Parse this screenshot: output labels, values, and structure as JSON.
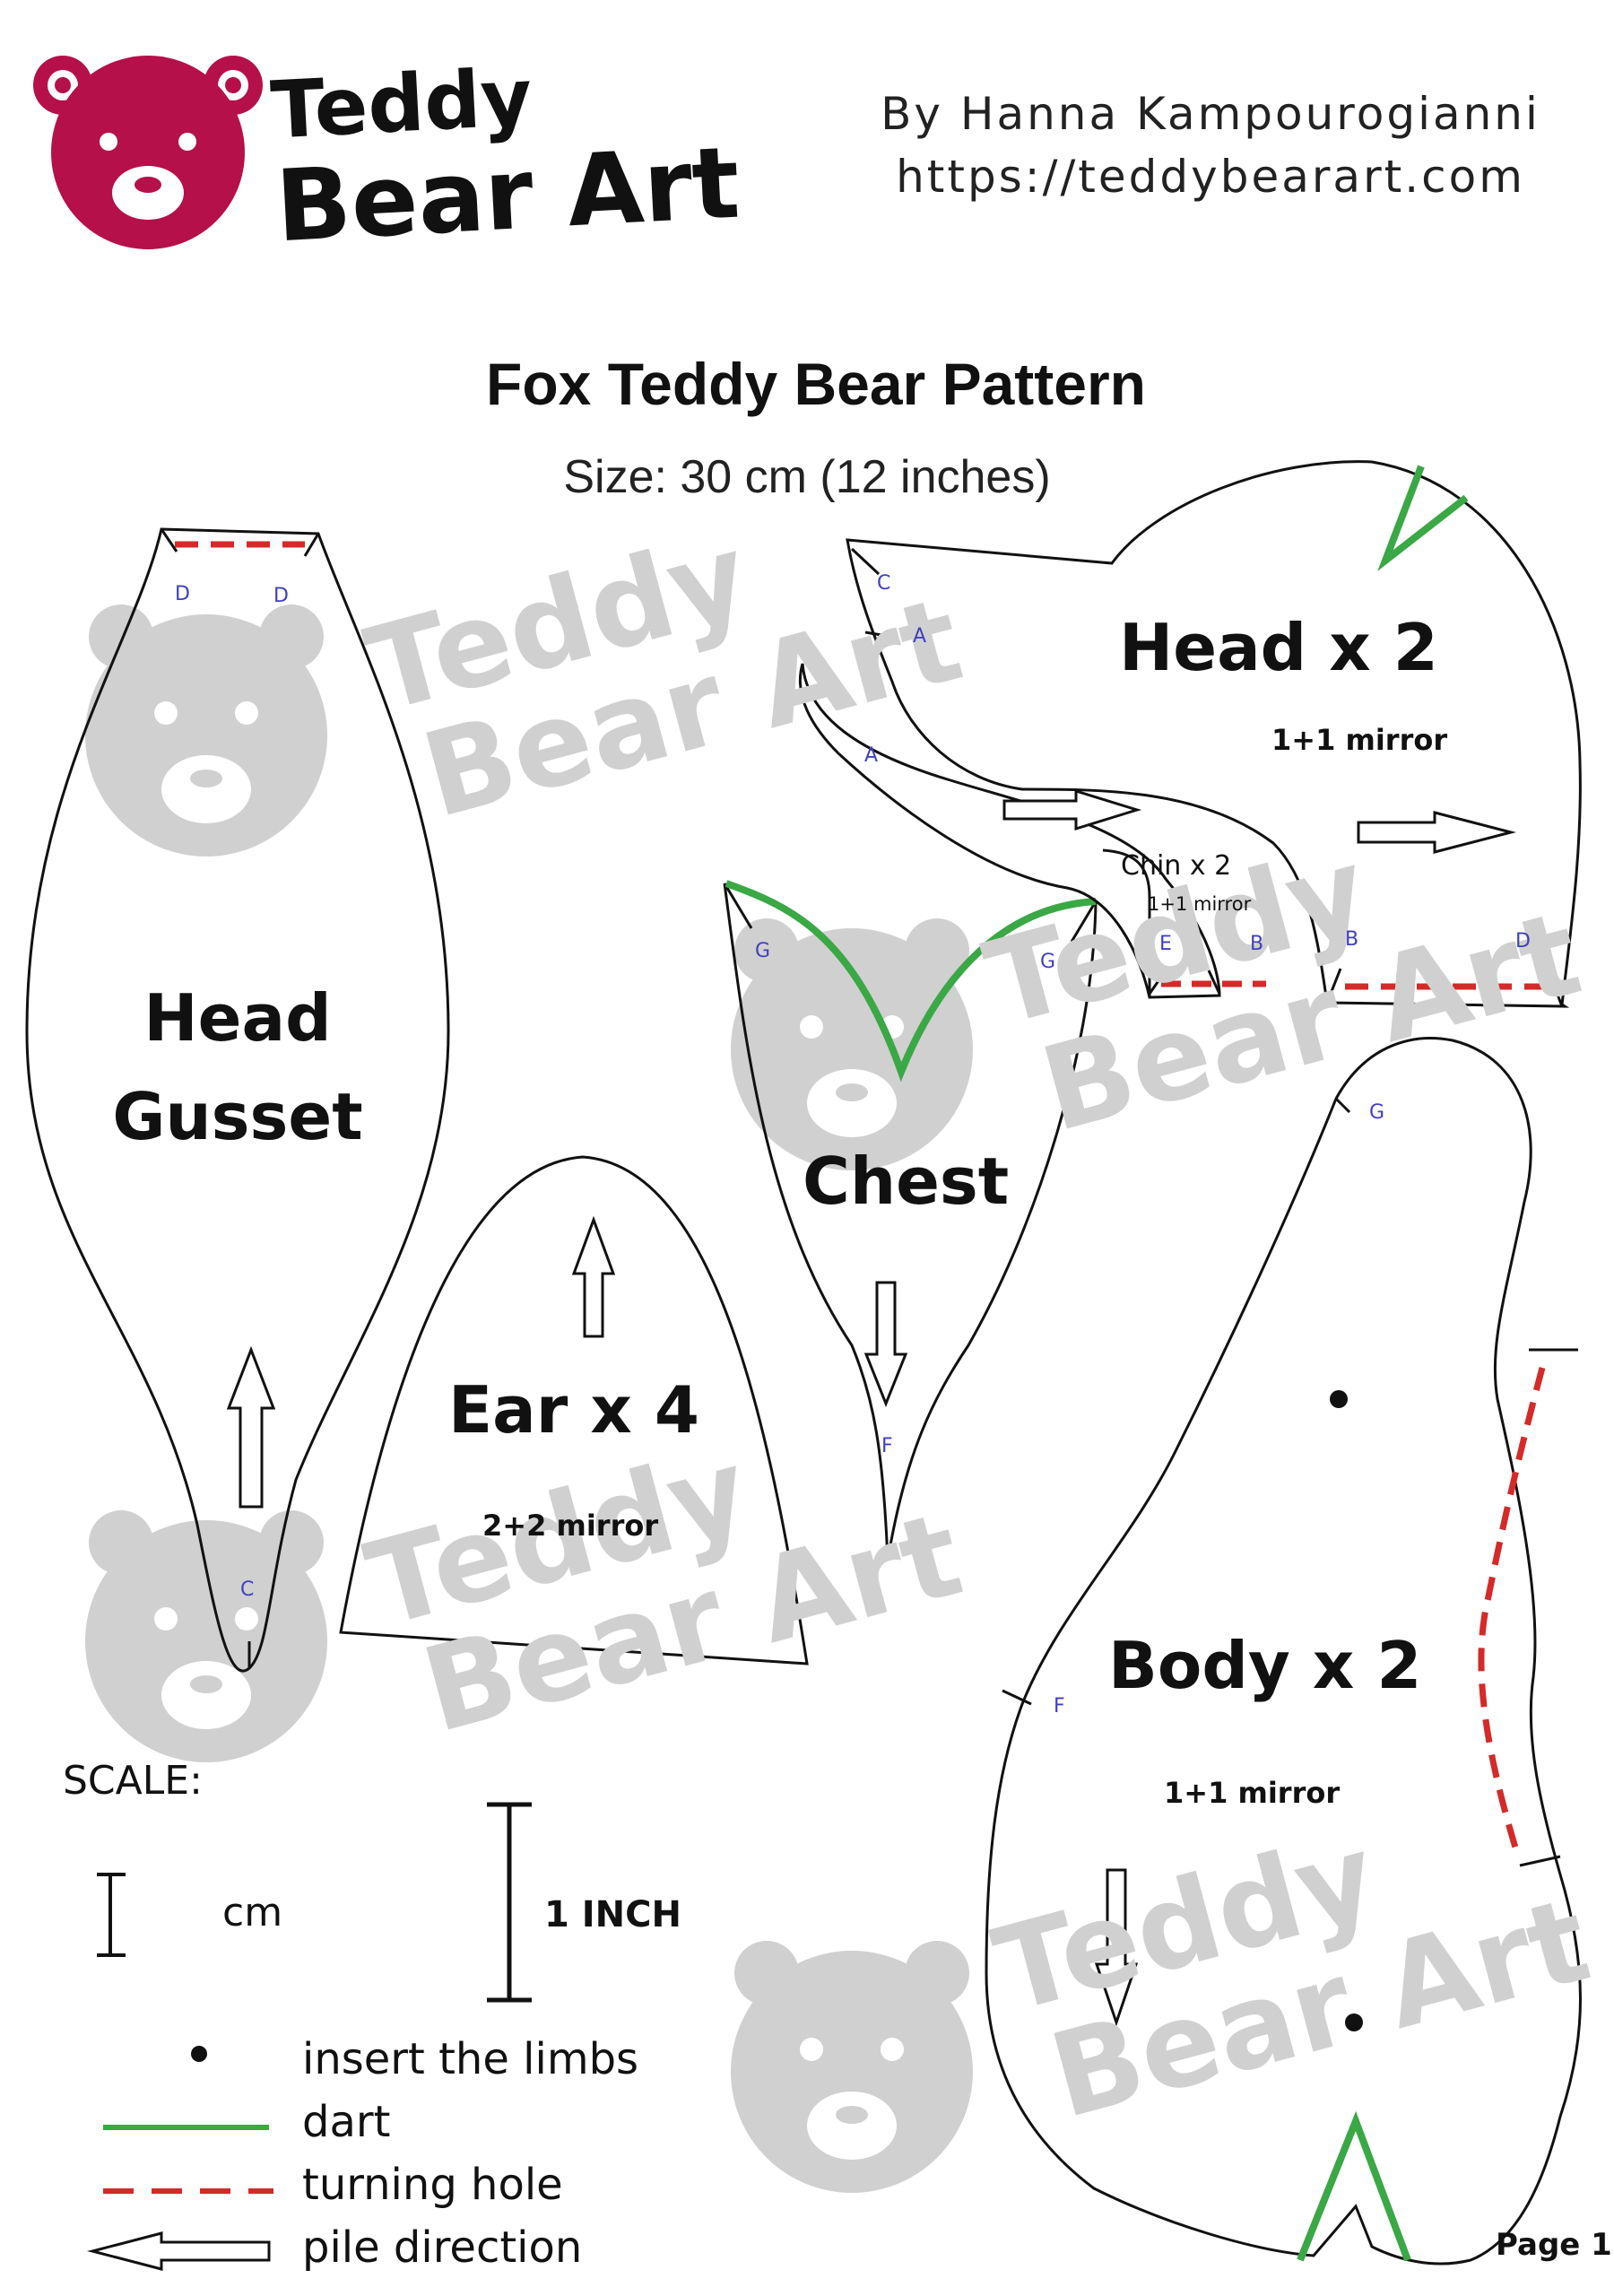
{
  "header": {
    "logo_line1": "Teddy",
    "logo_line2": "Bear Art",
    "author": "By Hanna Kampourogianni",
    "website": "https://teddybearart.com"
  },
  "title": "Fox Teddy Bear Pattern",
  "subtitle": "Size: 30 cm (12 inches)",
  "watermark_text_line1": "Teddy",
  "watermark_text_line2": "Bear Art",
  "pieces": {
    "head_gusset": {
      "label_line1": "Head",
      "label_line2": "Gusset",
      "marks": [
        "D",
        "D",
        "C"
      ]
    },
    "ear": {
      "label": "Ear x 4",
      "qty": "2+2 mirror"
    },
    "chest": {
      "label": "Chest",
      "marks": [
        "G",
        "G",
        "F"
      ]
    },
    "head": {
      "label": "Head x 2",
      "qty": "1+1 mirror",
      "marks": [
        "C",
        "A",
        "B",
        "D"
      ]
    },
    "chin": {
      "label": "Chin x 2",
      "qty": "1+1 mirror",
      "marks": [
        "A",
        "E",
        "B"
      ]
    },
    "body": {
      "label": "Body x 2",
      "qty": "1+1 mirror",
      "marks": [
        "G",
        "F"
      ]
    }
  },
  "scale": {
    "title": "SCALE:",
    "cm_label": "cm",
    "inch_label": "1 INCH"
  },
  "legend": {
    "insert_limbs": "insert the limbs",
    "dart": "dart",
    "turning_hole": "turning hole",
    "pile_direction": "pile direction"
  },
  "page_label": "Page 1",
  "colors": {
    "brand": "#b5104a",
    "dart": "#3aa845",
    "turning_hole": "#d42a2a",
    "marks": "#4040c0",
    "watermark": "#c8c8c8"
  }
}
